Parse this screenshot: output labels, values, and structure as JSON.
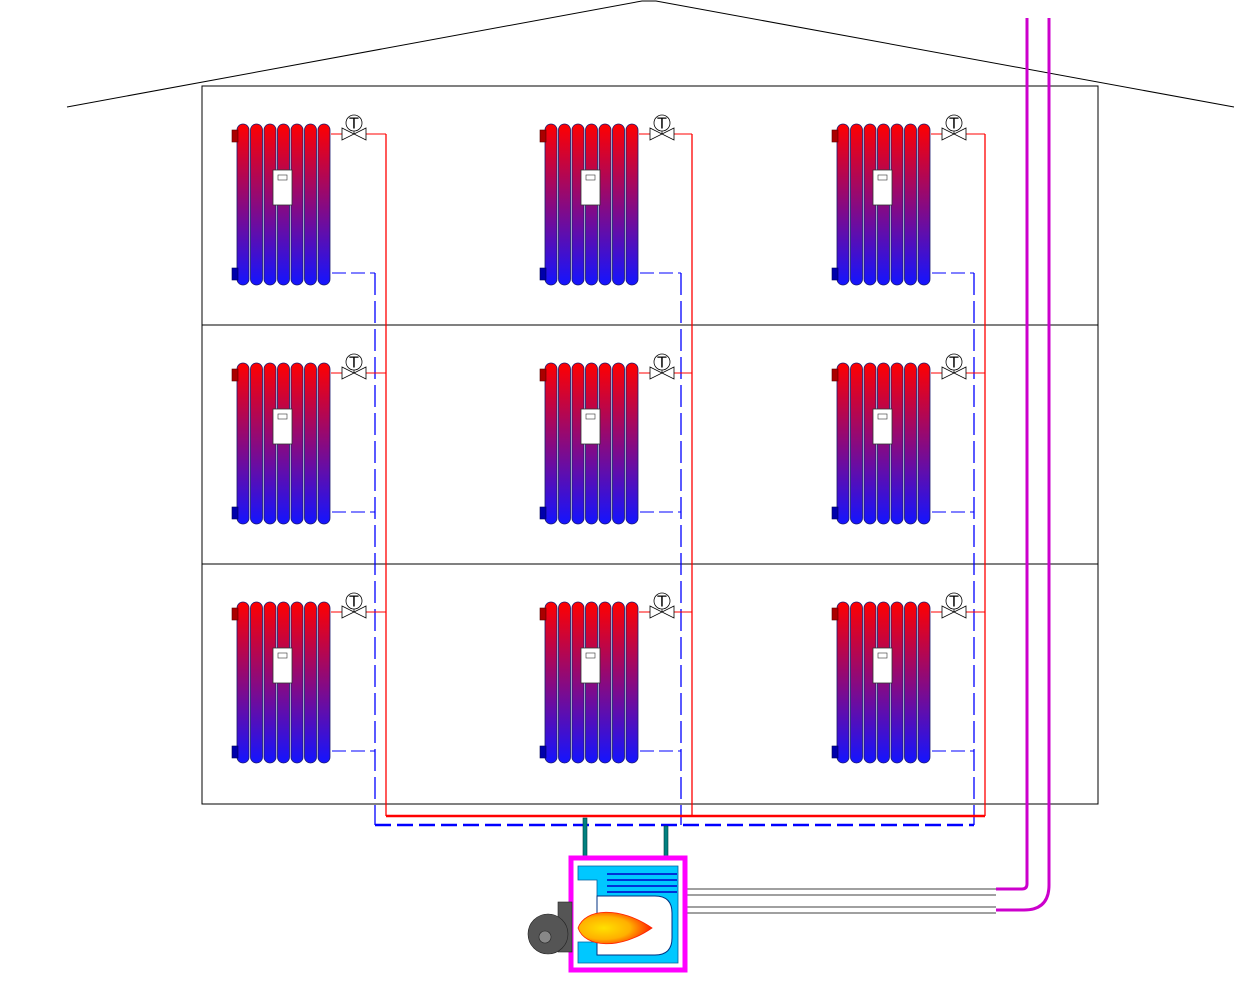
{
  "diagram": {
    "type": "two-pipe radiator heating system with boiler and chimney flue",
    "floors": 3,
    "radiators_per_floor": 3,
    "radiator_sections": 7,
    "thermostat_symbol": "T",
    "colors": {
      "supply_hot": "#ff0000",
      "return_cold": "#0000ff",
      "radiator_top": "#ff0000",
      "radiator_bottom": "#1414ff",
      "radiator_outline": "#1a1a6e",
      "chimney": "#cc00cc",
      "boiler_casing": "#ff00ff",
      "boiler_water": "#00c8ff",
      "flame_outer": "#ff2000",
      "flame_inner": "#ffd000",
      "burner": "#555555",
      "building_outline": "#000000",
      "connector_pipes": "#008080"
    },
    "icons": {
      "thermostat": "thermostatic-valve-icon",
      "radiator": "radiator-icon",
      "boiler": "boiler-icon",
      "burner": "burner-fan-icon",
      "flame": "flame-icon",
      "chimney": "chimney-flue-icon"
    }
  }
}
